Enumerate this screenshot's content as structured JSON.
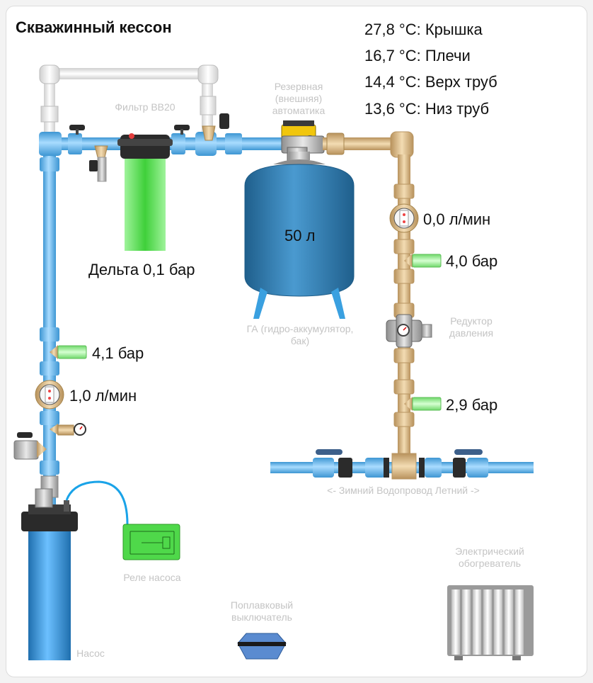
{
  "title": "Скважинный кессон",
  "temperatures": [
    {
      "value": "27,8 °C",
      "place": "Крышка"
    },
    {
      "value": "16,7 °C",
      "place": "Плечи"
    },
    {
      "value": "14,4 °C",
      "place": "Верх труб"
    },
    {
      "value": "13,6 °C",
      "place": "Низ труб"
    }
  ],
  "readings": {
    "tank_volume": "50 л",
    "filter_delta": "Дельта 0,1 бар",
    "pressure_left": "4,1 бар",
    "flow_left": "1,0 л/мин",
    "flow_right": "0,0 л/мин",
    "pressure_right_top": "4,0 бар",
    "pressure_right_bottom": "2,9 бар"
  },
  "labels": {
    "filter": "Фильтр BB20",
    "reserve_automation": "Резервная (внешняя) автоматика",
    "tank": "ГА (гидро-аккумулятор, бак)",
    "reducer": "Редуктор давления",
    "water_pipe": "<- Зимний Водопровод Летний ->",
    "pump_relay": "Реле насоса",
    "pump": "Насос",
    "float_switch": "Поплавковый выключатель",
    "heater": "Электрический обогреватель"
  },
  "colors": {
    "pipe_blue": "#5fb4e8",
    "pipe_white": "#f0f0f0",
    "pipe_brass": "#d9b98a",
    "tank": "#2f7fb0",
    "filter_green": "#7ee07a",
    "relay_green": "#4fd84a",
    "label_gray": "#c4c4c4"
  }
}
